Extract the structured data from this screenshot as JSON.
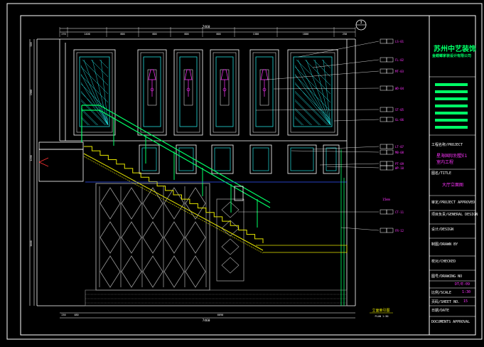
{
  "drawing": {
    "colors": {
      "background": "#000000",
      "frame": "#ffffff",
      "cyan": "#22dddd",
      "green": "#00ff66",
      "yellow": "#e6e600",
      "magenta": "#ff33ff",
      "blue": "#3355ff",
      "grey": "#9a9a9a"
    },
    "dimensions_top": [
      "270",
      "1400",
      "600",
      "600",
      "600",
      "600",
      "1380",
      "1800",
      "250"
    ],
    "dimensions_top_total": "7460",
    "dimensions_left": [
      "320",
      "1900",
      "1290",
      "3660"
    ],
    "dimensions_bottom": [
      "230",
      "480",
      "6690"
    ],
    "dimensions_bottom_total": "7460",
    "callouts": [
      "LS-01",
      "FL-02",
      "MT-03",
      "WD-04",
      "ST-05",
      "GL-06",
      "LT-07",
      "MB-08",
      "PT-09",
      "WP-10",
      "CT-11",
      "FR-12"
    ],
    "annotation_mid": "15mm",
    "elevation_marker": "3",
    "plan_label": "立面索引图",
    "plan_scale": "PLAN 1:30"
  },
  "title_block": {
    "company_cn": "苏州中艺装饰",
    "company_sub": "金螳螂家装设计有限公司",
    "project_label": "工程名称/PROJECT",
    "project_name_line1": "星海国际别墅E1",
    "project_name_line2": "室内工程",
    "title_label": "图名/TITLE",
    "title_name": "大厅立面图",
    "approved_label": "审定/PROJECT APPROVED",
    "general_label": "项目负责/GENERAL DESIGN",
    "design_label": "设计/DESIGN",
    "drawn_label": "制图/DRAWN BY",
    "checked_label": "校对/CHECKED",
    "drawing_no_label": "图号/DRAWING NO",
    "drawing_no": "DT/E-09",
    "scale_label": "比例/SCALE",
    "scale": "1:30",
    "sheet_label": "页码/SHEET NO.",
    "sheet": "15",
    "date_label": "日期/DATE",
    "approval_label": "DOCUMENTS APPROVAL"
  }
}
